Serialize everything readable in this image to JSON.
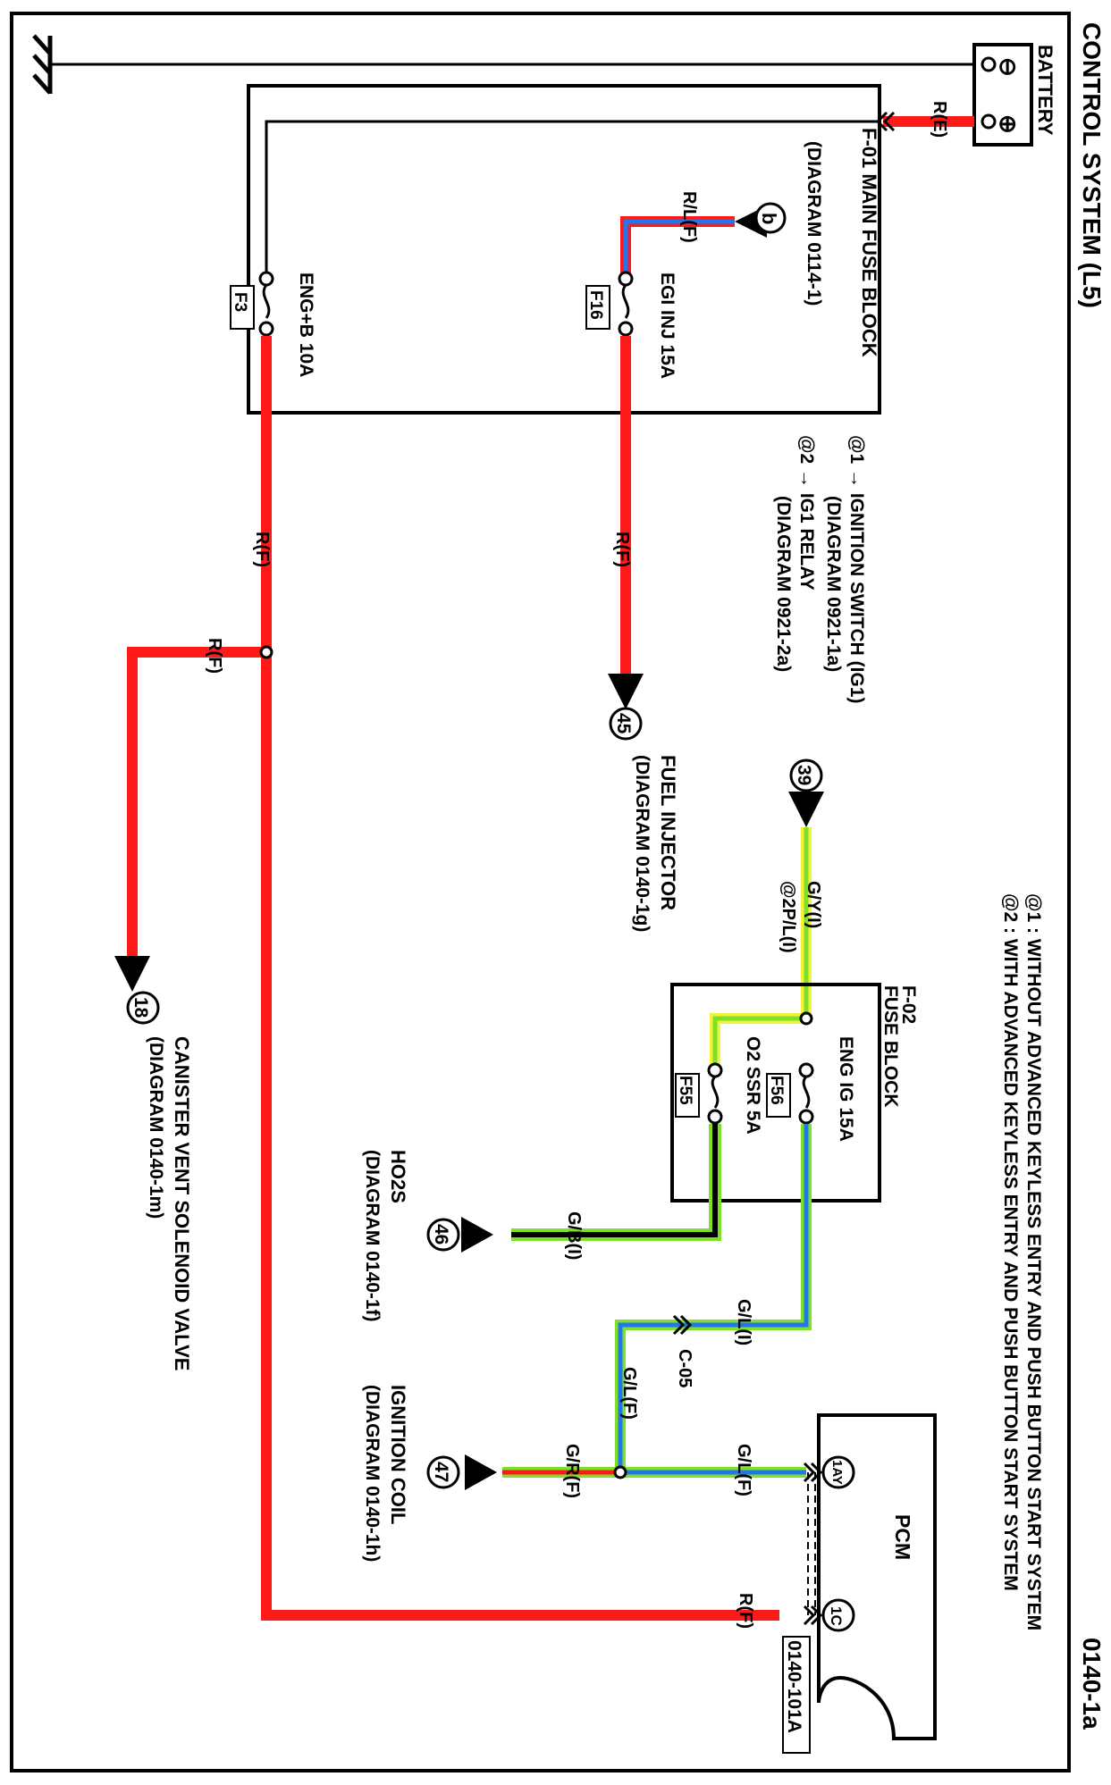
{
  "header": {
    "title": "CONTROL SYSTEM (L5)",
    "page_code": "0140-1a"
  },
  "notes": [
    "@1 : WITHOUT ADVANCED KEYLESS ENTRY AND PUSH BUTTON START SYSTEM",
    "@2 : WITH ADVANCED KEYLESS ENTRY AND PUSH BUTTON START SYSTEM"
  ],
  "battery": {
    "label": "BATTERY",
    "minus": "⊖",
    "plus": "⊕"
  },
  "main_fuse_block": {
    "name": "F-01  MAIN FUSE BLOCK",
    "ref": "(DIAGRAM 0114-1)",
    "fuse_egi": "EGI INJ 15A",
    "fuse_egi_id": "F16",
    "fuse_eng": "ENG+B 10A",
    "fuse_eng_id": "F3",
    "node_b": "b"
  },
  "ignition": {
    "line1": "@1 → IGNITION SWITCH (IG1)",
    "line2": "(DIAGRAM 0921-1a)",
    "line3": "@2 → IG1 RELAY",
    "line4": "(DIAGRAM 0921-2a)"
  },
  "fuse_block2": {
    "name_1": "F-02",
    "name_2": "FUSE BLOCK",
    "fuse_eng_ig": "ENG IG 15A",
    "fuse_eng_ig_id": "F56",
    "fuse_o2": "O2 SSR 5A",
    "fuse_o2_id": "F55"
  },
  "wires": {
    "re": "R(E)",
    "rlf": "R/L(F)",
    "rf": "R(F)",
    "gyi": "G/Y(I)",
    "p2pli": "@2P/L(I)",
    "gbi": "G/B(I)",
    "gli": "G/L(I)",
    "glf": "G/L(F)",
    "grf": "G/R(F)",
    "c05": "C-05"
  },
  "connectors": {
    "n39": "39",
    "n45": "45",
    "n46": "46",
    "n47": "47",
    "n18": "18"
  },
  "components": {
    "fuel_injector": "FUEL INJECTOR",
    "fuel_injector_ref": "(DIAGRAM 0140-1g)",
    "ho2s": "HO2S",
    "ho2s_ref": "(DIAGRAM 0140-1f)",
    "ign_coil": "IGNITION COIL",
    "ign_coil_ref": "(DIAGRAM 0140-1h)",
    "canister": "CANISTER VENT SOLENOID VALVE",
    "canister_ref": "(DIAGRAM 0140-1m)"
  },
  "pcm": {
    "label": "PCM",
    "pin_1ay": "1AY",
    "pin_1c": "1C",
    "connector": "0140-101A"
  },
  "colors": {
    "red": "#ff1a1a",
    "blue": "#2277ee",
    "green": "#7fe02b",
    "yellow": "#f2f238",
    "black": "#000000"
  }
}
